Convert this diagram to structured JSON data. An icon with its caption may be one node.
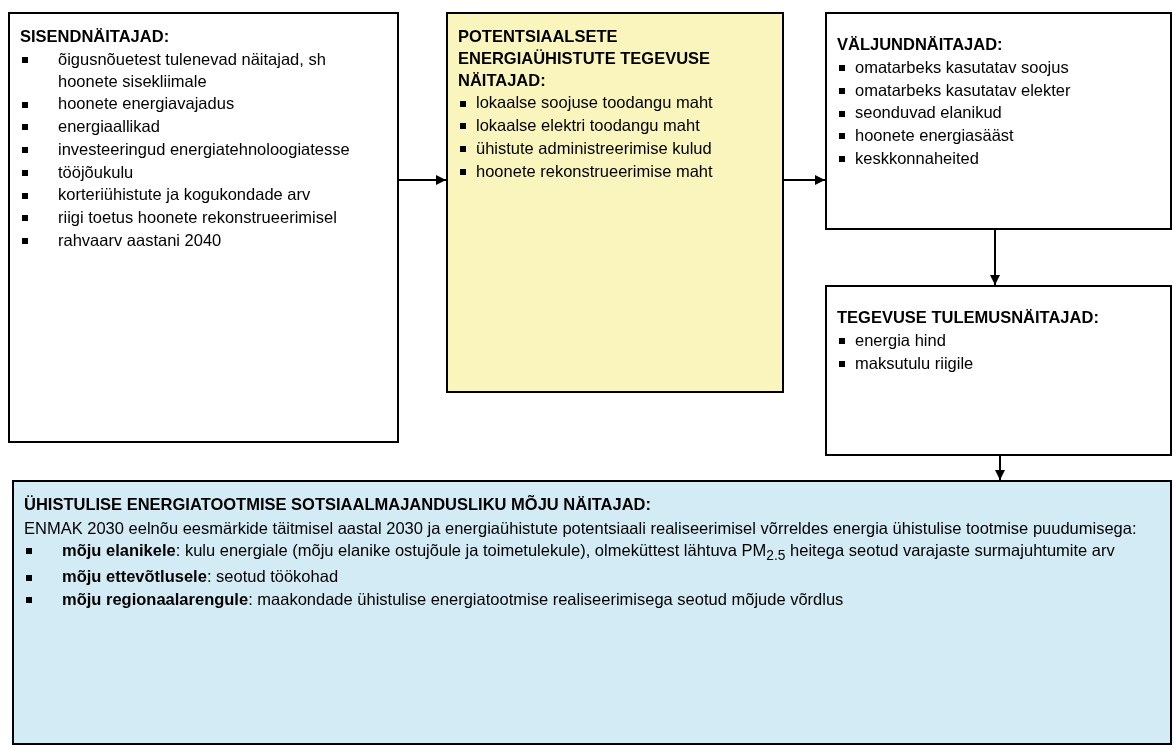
{
  "diagram": {
    "nodes": [
      {
        "text": [
          "SISENDNÄITAJAD:",
          "õigusnõuetest tulenevad näitajad, sh hoonete sisekliimale",
          "hoonete energiavajadus",
          "energiaallikad",
          "investeeringud energiatehnoloogiatesse",
          "tööjõukulu",
          "korteriühistute ja kogukondade arv",
          "riigi toetus hoonete rekonstrueerimisel",
          "rahvaarv aastani 2040"
        ]
      },
      {
        "text": [
          "POTENTSIAALSETE ENERGIAÜHISTUTE TEGEVUSE NÄITAJAD:",
          "lokaalse soojuse toodangu maht",
          "lokaalse elektri toodangu maht",
          "ühistute administreerimise kulud",
          "hoonete rekonstrueerimise maht"
        ]
      },
      {
        "text": [
          "VÄLJUNDNÄITAJAD:",
          "omatarbeks kasutatav soojus",
          "omatarbeks kasutatav elekter",
          "seonduvad elanikud",
          "hoonete energiasääst",
          "keskkonnaheited"
        ]
      },
      {
        "text": [
          "TEGEVUSE TULEMUSNÄITAJAD:",
          "energia hind",
          "maksutulu riigile"
        ]
      },
      {
        "text": [
          "ÜHISTULISE ENERGIATOOTMISE SOTSIAALMAJANDUSLIKU MÕJU NÄITAJAD:",
          "ENMAK 2030 eelnõu eesmärkide täitmisel aastal 2030 ja energiaühistute potentsiaali realiseerimisel võrreldes energia ühistulise tootmise puudumisega:",
          "**mõju elanikele**: kulu energiale (mõju elanike ostujõule ja toimetulekule), olmeküttest lähtuva PM$_{2.5}$ heitega seotud varajaste surmajuhtumite arv",
          "**mõju ettevõtlusele**: seotud töökohad",
          "**mõju regionaalarengule**: maakondade ühistulise energiatootmise realiseerimisega seotud mõjude võrdlus"
        ]
      }
    ],
    "edges": [
      {
        "from": 0,
        "to": 1,
        "arrow": "to"
      },
      {
        "from": 1,
        "to": 2,
        "arrow": "to"
      },
      {
        "from": 2,
        "to": 3,
        "arrow": "to"
      },
      {
        "from": 3,
        "to": 4,
        "arrow": "to"
      }
    ]
  }
}
